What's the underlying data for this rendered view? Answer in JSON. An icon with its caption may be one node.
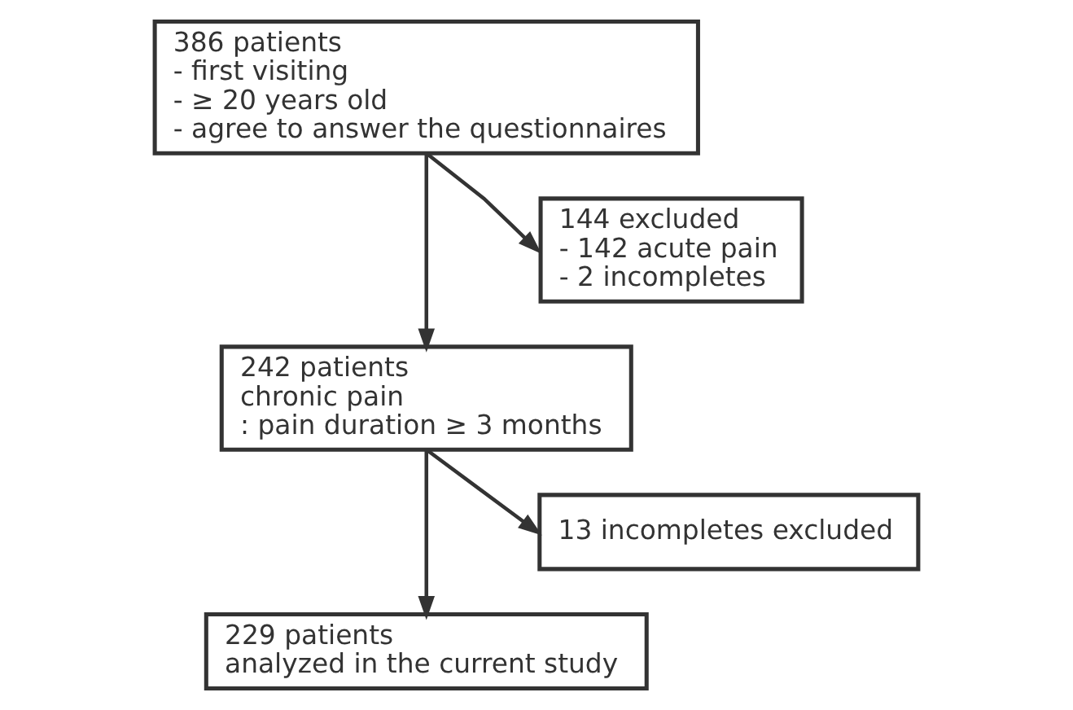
{
  "diagram": {
    "nodes": [
      {
        "text": [
          "386 patients",
          "- first visiting",
          "- ≥ 20 years old",
          "- agree to answer the questionnaires"
        ]
      },
      {
        "text": [
          "144 excluded",
          "- 142 acute pain",
          "- 2 incompletes"
        ]
      },
      {
        "text": [
          "242 patients",
          "chronic pain",
          ": pain duration ≥ 3 months"
        ]
      },
      {
        "text": [
          "13 incompletes excluded"
        ]
      },
      {
        "text": [
          "229 patients",
          "analyzed in the current study"
        ]
      }
    ],
    "edges": [
      {
        "from": 0,
        "to": 2,
        "arrow": "to"
      },
      {
        "from": 0,
        "to": 1,
        "arrow": "to"
      },
      {
        "from": 2,
        "to": 4,
        "arrow": "to"
      },
      {
        "from": 2,
        "to": 3,
        "arrow": "to"
      }
    ]
  }
}
